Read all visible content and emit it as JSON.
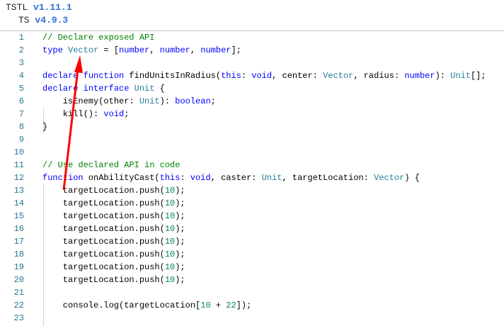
{
  "header": {
    "tstl_label": "TSTL",
    "tstl_version": "v1.11.1",
    "ts_label": "TS",
    "ts_version": "v4.9.3"
  },
  "annotation": {
    "arrow_color": "#ff0000"
  },
  "lines": [
    [
      [
        "// Declare exposed API",
        "cm"
      ]
    ],
    [
      [
        "type",
        "kw"
      ],
      [
        " ",
        ""
      ],
      [
        "Vector",
        "ty"
      ],
      [
        " = [",
        ""
      ],
      [
        "number",
        "kw"
      ],
      [
        ", ",
        ""
      ],
      [
        "number",
        "kw"
      ],
      [
        ", ",
        ""
      ],
      [
        "number",
        "kw"
      ],
      [
        "];",
        ""
      ]
    ],
    [],
    [
      [
        "declare",
        "kw"
      ],
      [
        " ",
        ""
      ],
      [
        "function",
        "kw"
      ],
      [
        " findUnitsInRadius(",
        ""
      ],
      [
        "this",
        "kw"
      ],
      [
        ": ",
        ""
      ],
      [
        "void",
        "kw"
      ],
      [
        ", center: ",
        ""
      ],
      [
        "Vector",
        "ty"
      ],
      [
        ", radius: ",
        ""
      ],
      [
        "number",
        "kw"
      ],
      [
        "): ",
        ""
      ],
      [
        "Unit",
        "ty"
      ],
      [
        "[];",
        ""
      ]
    ],
    [
      [
        "declare",
        "kw"
      ],
      [
        " ",
        ""
      ],
      [
        "interface",
        "kw"
      ],
      [
        " ",
        ""
      ],
      [
        "Unit",
        "ty"
      ],
      [
        " {",
        ""
      ]
    ],
    [
      [
        "    isEnemy(other: ",
        ""
      ],
      [
        "Unit",
        "ty"
      ],
      [
        "): ",
        ""
      ],
      [
        "boolean",
        "kw"
      ],
      [
        ";",
        ""
      ]
    ],
    [
      [
        "    kill(): ",
        ""
      ],
      [
        "void",
        "kw"
      ],
      [
        ";",
        ""
      ]
    ],
    [
      [
        "}",
        ""
      ]
    ],
    [],
    [],
    [
      [
        "// Use declared API in code",
        "cm"
      ]
    ],
    [
      [
        "function",
        "kw"
      ],
      [
        " onAbilityCast(",
        ""
      ],
      [
        "this",
        "kw"
      ],
      [
        ": ",
        ""
      ],
      [
        "void",
        "kw"
      ],
      [
        ", caster: ",
        ""
      ],
      [
        "Unit",
        "ty"
      ],
      [
        ", targetLocation: ",
        ""
      ],
      [
        "Vector",
        "ty"
      ],
      [
        ") {",
        ""
      ]
    ],
    [
      [
        "    targetLocation.push(",
        ""
      ],
      [
        "10",
        "nu"
      ],
      [
        ");",
        ""
      ]
    ],
    [
      [
        "    targetLocation.push(",
        ""
      ],
      [
        "10",
        "nu"
      ],
      [
        ");",
        ""
      ]
    ],
    [
      [
        "    targetLocation.push(",
        ""
      ],
      [
        "10",
        "nu"
      ],
      [
        ");",
        ""
      ]
    ],
    [
      [
        "    targetLocation.push(",
        ""
      ],
      [
        "10",
        "nu"
      ],
      [
        ");",
        ""
      ]
    ],
    [
      [
        "    targetLocation.push(",
        ""
      ],
      [
        "10",
        "nu"
      ],
      [
        ");",
        ""
      ]
    ],
    [
      [
        "    targetLocation.push(",
        ""
      ],
      [
        "10",
        "nu"
      ],
      [
        ");",
        ""
      ]
    ],
    [
      [
        "    targetLocation.push(",
        ""
      ],
      [
        "10",
        "nu"
      ],
      [
        ");",
        ""
      ]
    ],
    [
      [
        "    targetLocation.push(",
        ""
      ],
      [
        "10",
        "nu"
      ],
      [
        ");",
        ""
      ]
    ],
    [],
    [
      [
        "    console.log(targetLocation[",
        ""
      ],
      [
        "10",
        "nu"
      ],
      [
        " + ",
        ""
      ],
      [
        "22",
        "nu"
      ],
      [
        "]);",
        ""
      ]
    ],
    []
  ]
}
